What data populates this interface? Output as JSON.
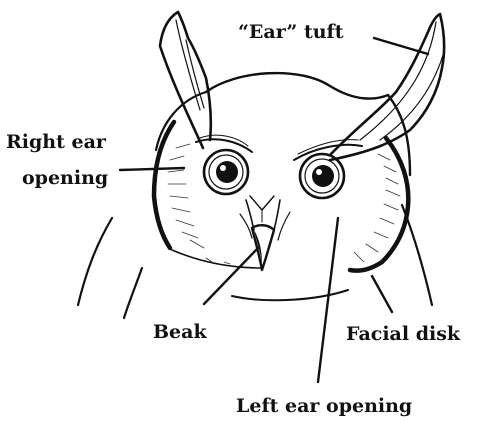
{
  "labels": {
    "ear_tuft": "“Ear” tuft",
    "right_ear_opening_line1": "Right ear",
    "right_ear_opening_line2": "opening",
    "beak": "Beak",
    "facial_disk": "Facial disk",
    "left_ear_opening": "Left ear opening"
  },
  "colors": {
    "ink": "#111111",
    "background": "#ffffff"
  }
}
